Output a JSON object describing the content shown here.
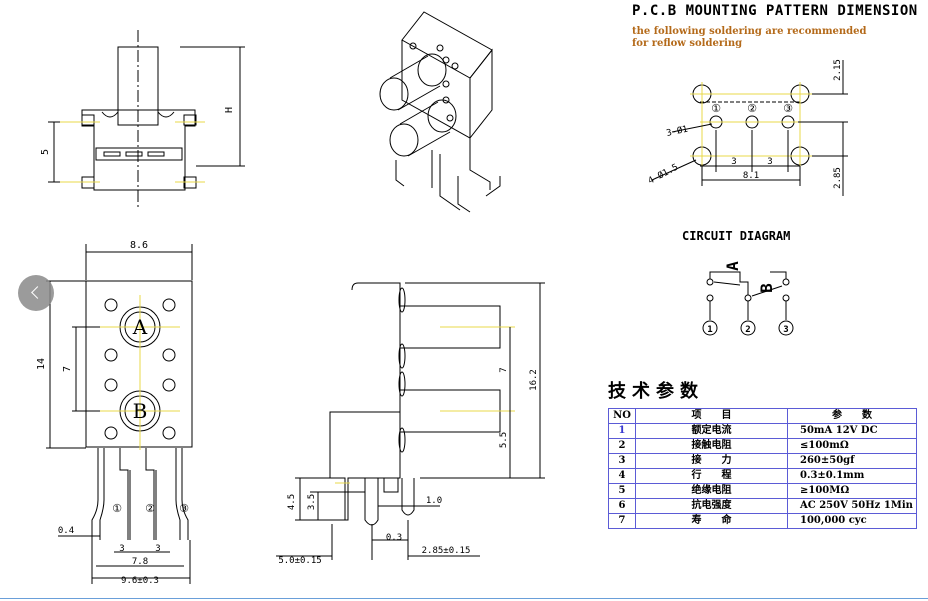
{
  "pcb": {
    "title": "P.C.B MOUNTING PATTERN DIMENSION",
    "note1": "the following soldering are recommended",
    "note2": "for reflow soldering",
    "dims": {
      "d1": "2.15",
      "d2": "2.85",
      "h1": "3",
      "h2": "3",
      "total": "8.1",
      "hole1": "3-Ø1",
      "hole2": "4-Ø1.5"
    },
    "pins": [
      "①",
      "②",
      "③"
    ]
  },
  "circuit": {
    "title": "CIRCUIT DIAGRAM",
    "label_a": "A",
    "label_b": "B",
    "pins": [
      "1",
      "2",
      "3"
    ]
  },
  "spec": {
    "title": "技术参数",
    "headers": [
      "NO",
      "项　　目",
      "参　　数"
    ],
    "rows": [
      [
        "1",
        "额定电流",
        "50mA 12V DC"
      ],
      [
        "2",
        "接触电阻",
        "≤100mΩ"
      ],
      [
        "3",
        "接　　力",
        "260±50gf"
      ],
      [
        "4",
        "行　　程",
        "0.3±0.1mm"
      ],
      [
        "5",
        "绝缘电阻",
        "≥100MΩ"
      ],
      [
        "6",
        "抗电强度",
        "AC 250V 50Hz 1Min"
      ],
      [
        "7",
        "寿　　命",
        "100,000 cyc"
      ]
    ]
  },
  "front_view": {
    "width": "8.6",
    "height": "14",
    "pitch": "7",
    "label_a": "A",
    "label_b": "B",
    "pins": [
      "①",
      "②",
      "③"
    ],
    "pin_thk": "0.4",
    "pin_pitch1": "3",
    "pin_pitch2": "3",
    "span": "7.8",
    "overall": "9.6±0.3"
  },
  "side_view": {
    "h1": "16.2",
    "h2": "7",
    "h3": "5.5",
    "p1": "4.5",
    "p2": "3.5",
    "t1": "1.0",
    "t2": "0.3",
    "d1": "5.0±0.15",
    "d2": "2.85±0.15"
  },
  "top_view": {
    "h": "H",
    "five": "5"
  },
  "colors": {
    "accent_yellow": "#e8d84a",
    "note_orange": "#b46a1a",
    "table_border": "#5b5bd6"
  }
}
